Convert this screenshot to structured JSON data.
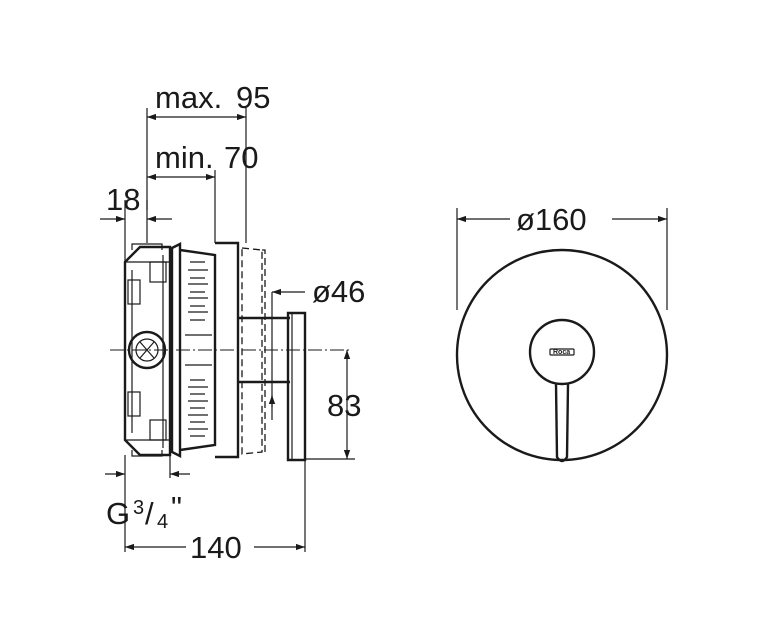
{
  "dimensions": {
    "max_depth": "max.",
    "max_depth_value": "95",
    "min_depth": "min.",
    "min_depth_value": "70",
    "offset": "18",
    "stem_diameter": "ø46",
    "outlet_height": "83",
    "total_depth": "140",
    "plate_diameter": "ø160"
  },
  "thread": {
    "prefix": "G",
    "numerator": "3",
    "slash": "/",
    "denominator": "4",
    "inch_mark": "\""
  },
  "logo": {
    "text": "Roca"
  }
}
